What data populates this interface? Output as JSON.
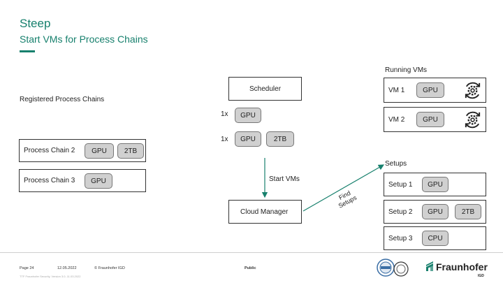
{
  "header": {
    "title": "Steep",
    "subtitle": "Start VMs for Process Chains"
  },
  "registered": {
    "heading": "Registered Process Chains",
    "chains": [
      {
        "label": "Process Chain 2",
        "chips": [
          "GPU",
          "2TB"
        ]
      },
      {
        "label": "Process Chain 3",
        "chips": [
          "GPU"
        ]
      }
    ]
  },
  "scheduler": {
    "label": "Scheduler"
  },
  "requirements": [
    {
      "count": "1x",
      "chips": [
        "GPU"
      ]
    },
    {
      "count": "1x",
      "chips": [
        "GPU",
        "2TB"
      ]
    }
  ],
  "start_vms_label": "Start VMs",
  "cloud_manager": {
    "label": "Cloud Manager"
  },
  "find_setups_label": [
    "Find",
    "Setups"
  ],
  "running_vms": {
    "heading": "Running VMs",
    "vms": [
      {
        "label": "VM 1",
        "chips": [
          "GPU"
        ],
        "icon": "gear-sync-icon"
      },
      {
        "label": "VM 2",
        "chips": [
          "GPU"
        ],
        "icon": "gear-sync-icon"
      }
    ]
  },
  "setups": {
    "heading": "Setups",
    "items": [
      {
        "label": "Setup 1",
        "chips": [
          "GPU"
        ]
      },
      {
        "label": "Setup 2",
        "chips": [
          "GPU",
          "2TB"
        ]
      },
      {
        "label": "Setup 3",
        "chips": [
          "CPU"
        ]
      }
    ]
  },
  "footer": {
    "page": "Page 24",
    "date": "12.05.2022",
    "copyright": "© Fraunhofer IGD",
    "classification": "Public",
    "small": "TTF Fraunhofer Security, Version 3.0, 11.03.2022",
    "logo_name": "Fraunhofer",
    "logo_sub": "IGD",
    "colors": {
      "brand": "#17806d",
      "chip": "#d0d0d0"
    }
  }
}
